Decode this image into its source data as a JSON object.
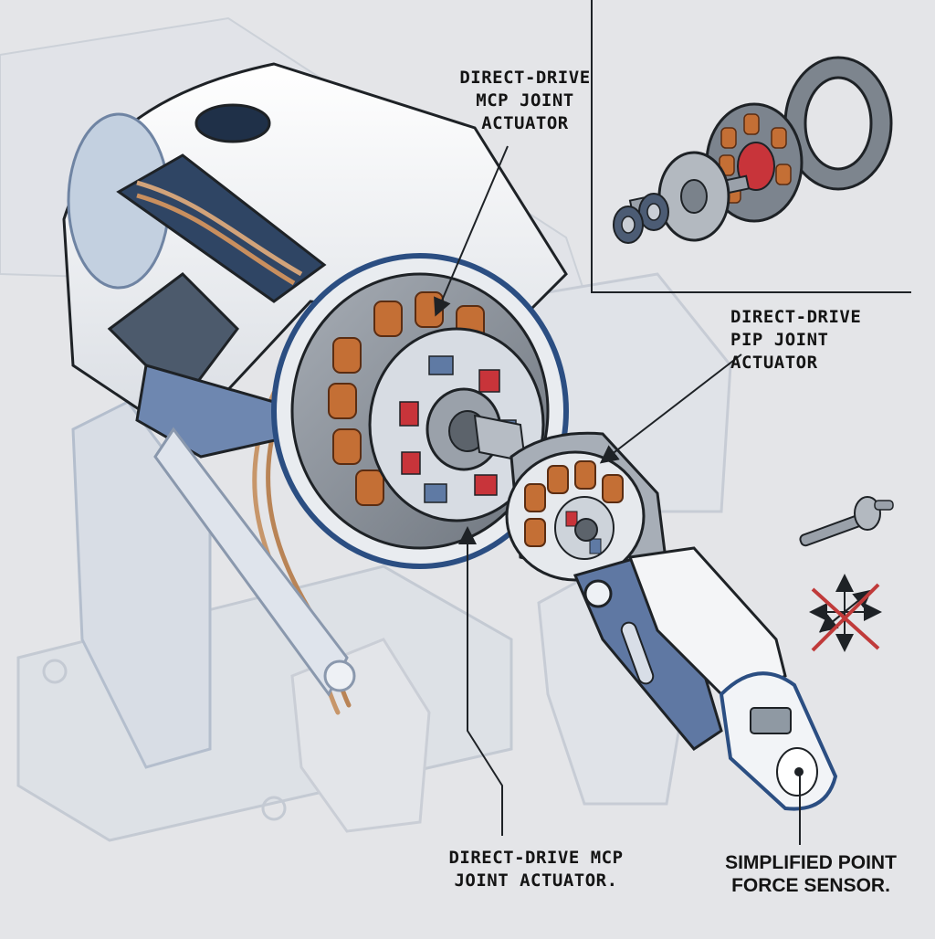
{
  "callouts": {
    "mcp_top": "DIRECT-DRIVE\nMCP JOINT\nACTUATOR",
    "pip": "DIRECT-DRIVE\nPIP JOINT\nACTUATOR",
    "mcp_bottom": "DIRECT-DRIVE MCP\nJOINT ACTUATOR.",
    "sensor": "SIMPLIFIED POINT\nFORCE SENSOR."
  },
  "colors": {
    "background": "#e4e5e8",
    "housing": "#f2f3f5",
    "steel": "#8c939c",
    "copper": "#c46f35",
    "magnet_red": "#c8343a",
    "magnet_blue": "#5f7aa4",
    "outline": "#1e2226",
    "ghost": "#c9d0da",
    "warning_red": "#c03a3a"
  }
}
